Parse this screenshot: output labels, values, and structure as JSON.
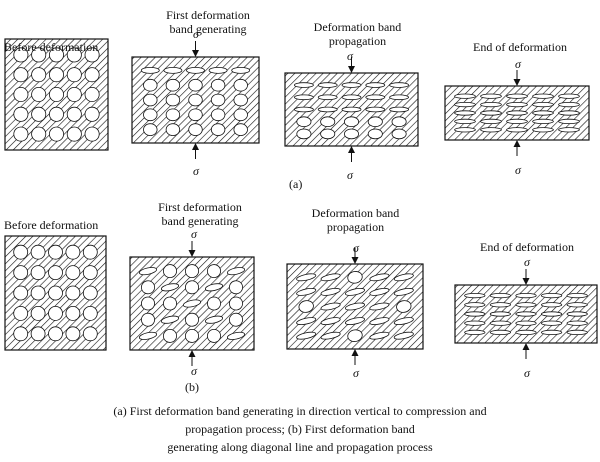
{
  "colors": {
    "ink": "#111111",
    "background": "#ffffff"
  },
  "row_a": {
    "part_label": "(a)",
    "stages": [
      {
        "label": "Before deformation",
        "pattern": "circles"
      },
      {
        "label": "First deformation\nband generating",
        "pattern": "horizontal-band"
      },
      {
        "label": "Deformation band\npropagation",
        "pattern": "horizontal-band-propagation"
      },
      {
        "label": "End of deformation",
        "pattern": "all-ellipses"
      }
    ]
  },
  "row_b": {
    "part_label": "(b)",
    "stages": [
      {
        "label": "Before deformation",
        "pattern": "circles"
      },
      {
        "label": "First deformation\nband generating",
        "pattern": "diagonal-band"
      },
      {
        "label": "Deformation band\npropagation",
        "pattern": "diagonal-band-propagation"
      },
      {
        "label": "End of deformation",
        "pattern": "all-ellipses"
      }
    ]
  },
  "stress_symbol": "σ",
  "caption": {
    "line1": "(a)  First  deformation  band  generating  in  direction  vertical  to  compression  and",
    "line2": "propagation  process;  (b)  First  deformation  band",
    "line3": "generating along diagonal line and propagation process"
  }
}
